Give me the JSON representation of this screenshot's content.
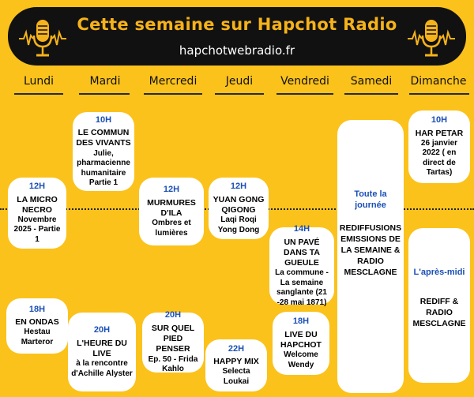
{
  "banner": {
    "title": "Cette semaine sur Hapchot Radio",
    "url": "hapchotwebradio.fr"
  },
  "days": [
    "Lundi",
    "Mardi",
    "Mercredi",
    "Jeudi",
    "Vendredi",
    "Samedi",
    "Dimanche"
  ],
  "cards": {
    "lundi_12": {
      "time": "12H",
      "title": "LA MICRO NECRO",
      "detail": "Novembre 2025 - Partie 1"
    },
    "lundi_18": {
      "time": "18H",
      "title": "EN ONDAS",
      "detail": "Hestau Marteror"
    },
    "mardi_10": {
      "time": "10H",
      "title": "LE COMMUN DES VIVANTS",
      "detail": "Julie, pharmacienne humanitaire Partie 1"
    },
    "mardi_20": {
      "time": "20H",
      "title": "L'HEURE DU LIVE",
      "detail": "à la rencontre d'Achille Alyster"
    },
    "mercredi_12": {
      "time": "12H",
      "title": "MURMURES D'ILA",
      "detail": "Ombres et lumières"
    },
    "mercredi_20": {
      "time": "20H",
      "title": "SUR QUEL PIED PENSER",
      "detail": "Ep. 50 - Frida Kahlo"
    },
    "jeudi_12": {
      "time": "12H",
      "title": "YUAN GONG QIGONG",
      "detail": "Laqi Roqi Yong Dong"
    },
    "jeudi_22": {
      "time": "22H",
      "title": "HAPPY MIX",
      "detail": "Selecta Loukai"
    },
    "vendredi_14": {
      "time": "14H",
      "title": "UN PAVÉ DANS TA GUEULE",
      "detail": "La commune - La semaine sanglante (21 -28 mai 1871)"
    },
    "vendredi_18": {
      "time": "18H",
      "title": "LIVE DU HAPCHOT",
      "detail": "Welcome Wendy"
    },
    "samedi": {
      "time": "Toute la journée",
      "title": "REDIFFUSIONS EMISSIONS DE LA SEMAINE & RADIO MESCLAGNE",
      "detail": ""
    },
    "dimanche_10": {
      "time": "10H",
      "title": "HAR PETAR",
      "detail": "26 janvier 2022 ( en direct de Tartas)"
    },
    "dimanche_pm": {
      "time": "L'après-midi",
      "title": "REDIFF & RADIO MESCLAGNE",
      "detail": ""
    }
  },
  "colors": {
    "background": "#fbc21c",
    "banner": "#111111",
    "title": "#f6b21a",
    "time": "#1a4fb5"
  },
  "icons": [
    "microphone-icon",
    "microphone-icon"
  ]
}
